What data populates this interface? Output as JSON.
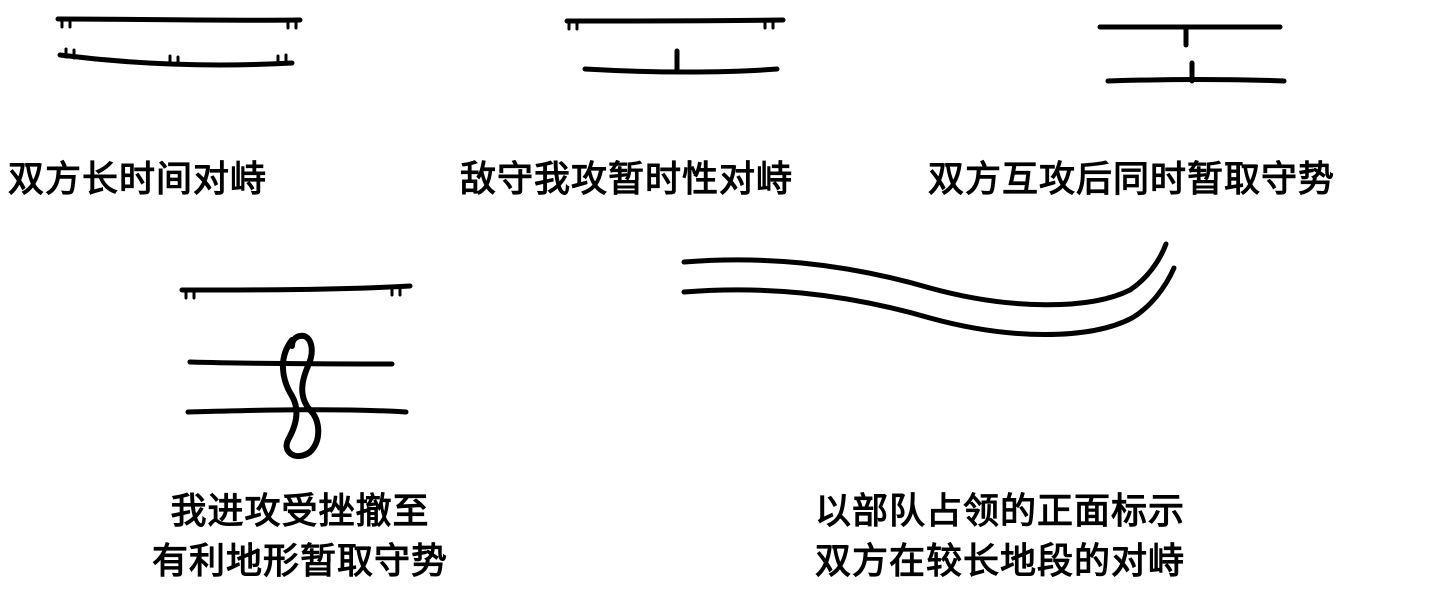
{
  "colors": {
    "ink": "#000000",
    "background": "#ffffff"
  },
  "panels": [
    {
      "id": "long-term-standoff",
      "caption_lines": [
        "双方长时间对峙"
      ]
    },
    {
      "id": "temporary-standoff",
      "caption_lines": [
        "敌守我攻暂时性对峙"
      ]
    },
    {
      "id": "mutual-defense",
      "caption_lines": [
        "双方互攻后同时暂取守势"
      ]
    },
    {
      "id": "setback-withdrawal",
      "caption_lines": [
        "我进攻受挫撤至",
        "有利地形暂取守势"
      ]
    },
    {
      "id": "long-sector-standoff",
      "caption_lines": [
        "以部队占领的正面标示",
        "双方在较长地段的对峙"
      ]
    }
  ]
}
